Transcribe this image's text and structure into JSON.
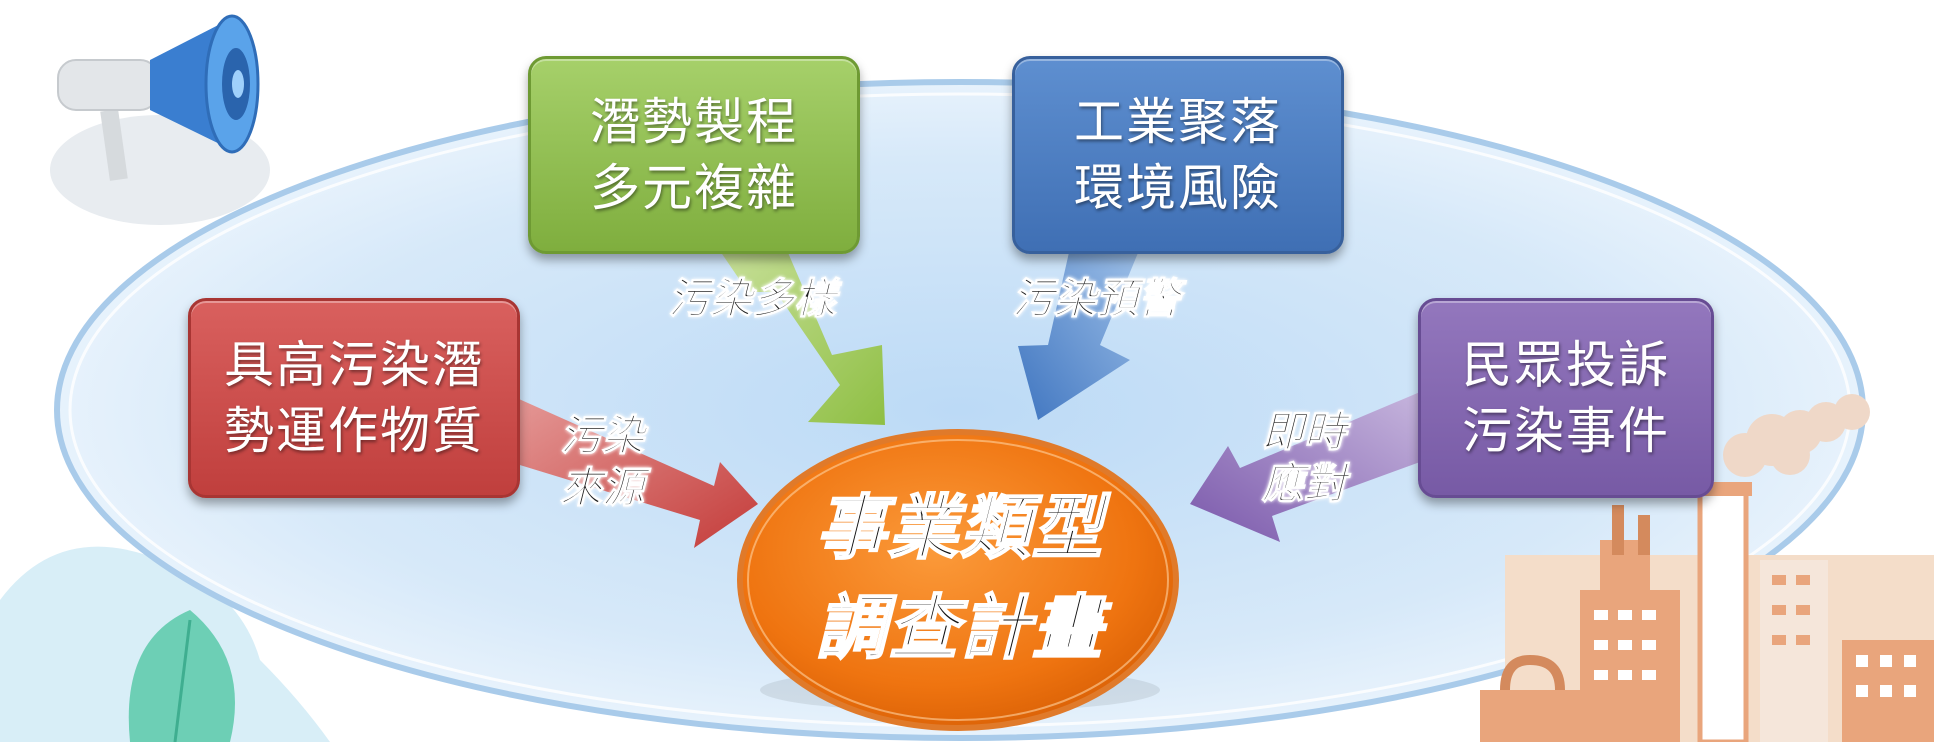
{
  "center": {
    "line1": "事業類型",
    "line2": "調查計畫"
  },
  "sources": [
    {
      "id": "green",
      "line1": "潛勢製程",
      "line2": "多元複雜",
      "arrow_label": "污染多樣",
      "color": "#8bbd4c"
    },
    {
      "id": "blue",
      "line1": "工業聚落",
      "line2": "環境風險",
      "arrow_label": "污染預警",
      "color": "#4a7fc4"
    },
    {
      "id": "red",
      "line1": "具高污染潛",
      "line2": "勢運作物質",
      "arrow_label_line1": "污染",
      "arrow_label_line2": "來源",
      "color": "#cc4a48"
    },
    {
      "id": "purple",
      "line1": "民眾投訴",
      "line2": "污染事件",
      "arrow_label_line1": "即時",
      "arrow_label_line2": "應對",
      "color": "#8565b0"
    }
  ],
  "colors": {
    "center_fill": "#f07a12",
    "ellipse_fill": "#c9e2f7",
    "ellipse_stroke": "#9cc3e6"
  },
  "icons": [
    "megaphone-icon",
    "factory-icon",
    "leaf-icon"
  ]
}
